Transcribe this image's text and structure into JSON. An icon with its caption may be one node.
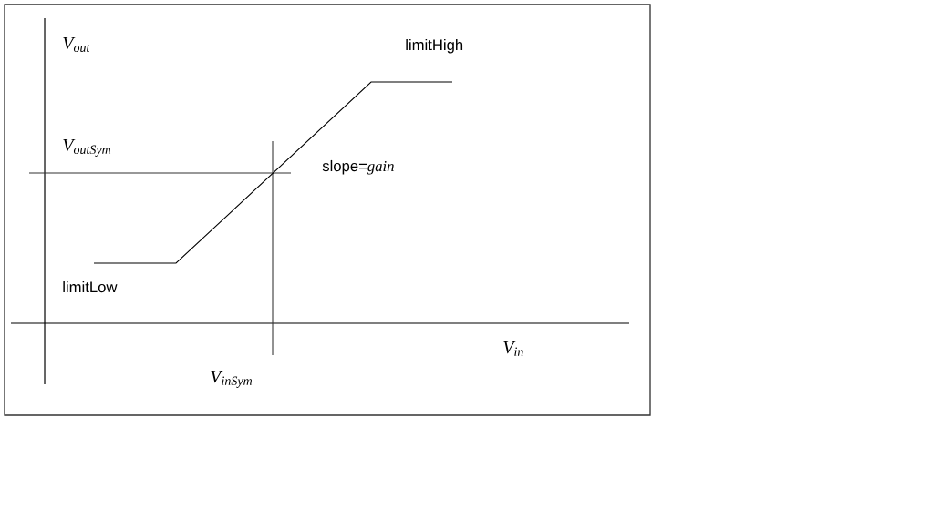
{
  "diagram": {
    "labels": [
      "V$_{out}$",
      "limitHigh",
      "V$_{outSym}$",
      "slope=*gain*",
      "limitLow",
      "V$_{in}$",
      "V$_{inSym}$"
    ]
  }
}
